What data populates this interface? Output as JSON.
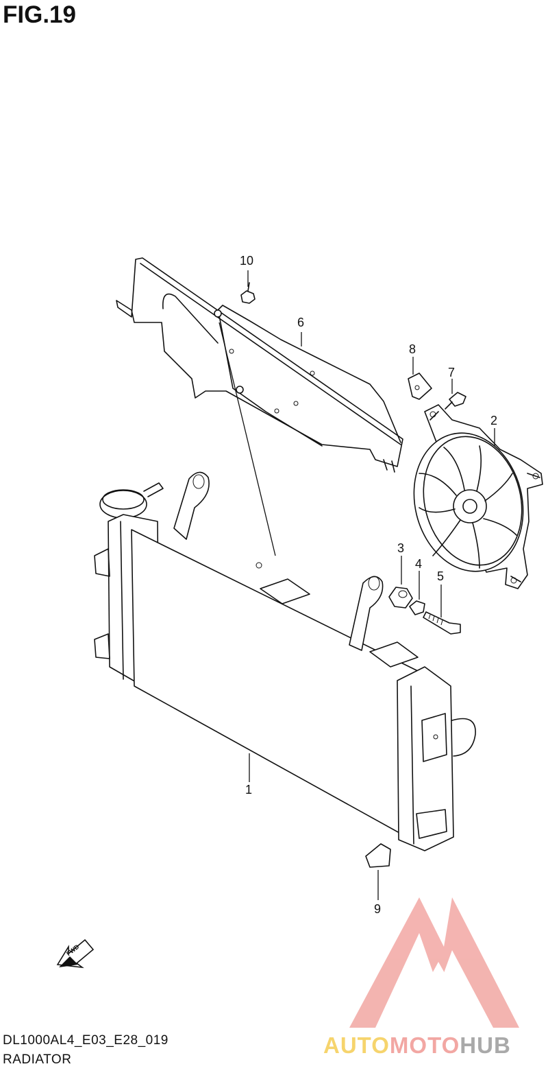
{
  "figure": {
    "title": "FIG.19",
    "model_code": "DL1000AL4_E03_E28_019",
    "name": "RADIATOR"
  },
  "callouts": [
    {
      "id": "1",
      "label": "1"
    },
    {
      "id": "2",
      "label": "2"
    },
    {
      "id": "3",
      "label": "3"
    },
    {
      "id": "4",
      "label": "4"
    },
    {
      "id": "5",
      "label": "5"
    },
    {
      "id": "6",
      "label": "6"
    },
    {
      "id": "7",
      "label": "7"
    },
    {
      "id": "8",
      "label": "8"
    },
    {
      "id": "9",
      "label": "9"
    },
    {
      "id": "10",
      "label": "10"
    }
  ],
  "direction_marker": "FWD",
  "watermark": {
    "part1": "AUTO",
    "part2": "MOTO",
    "part3": "HUB",
    "colors": {
      "auto": "#f6d46d",
      "moto": "#f2a7a3",
      "hub": "#a9a9a9",
      "logo": "#f2a7a3"
    }
  }
}
